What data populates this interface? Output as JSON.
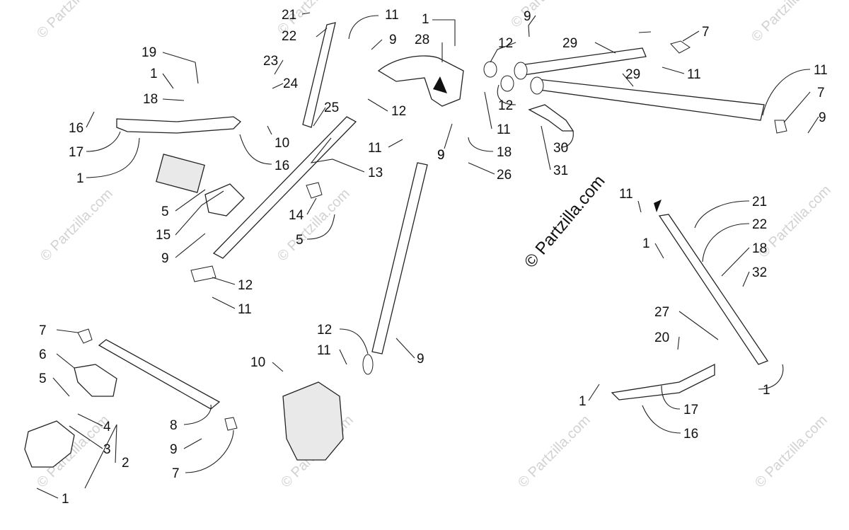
{
  "watermark": "© Partzilla.com",
  "center_mark": "© Partzilla.com",
  "callouts": [
    {
      "id": "c1",
      "text": "21"
    },
    {
      "id": "c2",
      "text": "22"
    },
    {
      "id": "c3",
      "text": "23"
    },
    {
      "id": "c4",
      "text": "24"
    },
    {
      "id": "c5",
      "text": "11"
    },
    {
      "id": "c6",
      "text": "9"
    },
    {
      "id": "c7",
      "text": "28"
    },
    {
      "id": "c8",
      "text": "1"
    },
    {
      "id": "c9",
      "text": "25"
    },
    {
      "id": "c10",
      "text": "12"
    },
    {
      "id": "c11",
      "text": "19"
    },
    {
      "id": "c12",
      "text": "1"
    },
    {
      "id": "c13",
      "text": "18"
    },
    {
      "id": "c14",
      "text": "16"
    },
    {
      "id": "c15",
      "text": "17"
    },
    {
      "id": "c16",
      "text": "1"
    },
    {
      "id": "c17",
      "text": "10"
    },
    {
      "id": "c18",
      "text": "16"
    },
    {
      "id": "c19",
      "text": "11"
    },
    {
      "id": "c20",
      "text": "13"
    },
    {
      "id": "c21",
      "text": "5"
    },
    {
      "id": "c22",
      "text": "15"
    },
    {
      "id": "c23",
      "text": "9"
    },
    {
      "id": "c24",
      "text": "14"
    },
    {
      "id": "c25",
      "text": "5"
    },
    {
      "id": "c26",
      "text": "12"
    },
    {
      "id": "c27",
      "text": "11"
    },
    {
      "id": "c28",
      "text": "9"
    },
    {
      "id": "c29",
      "text": "12"
    },
    {
      "id": "c30",
      "text": "12"
    },
    {
      "id": "c31",
      "text": "11"
    },
    {
      "id": "c32",
      "text": "18"
    },
    {
      "id": "c33",
      "text": "9"
    },
    {
      "id": "c34",
      "text": "26"
    },
    {
      "id": "c35",
      "text": "29"
    },
    {
      "id": "c36",
      "text": "9"
    },
    {
      "id": "c37",
      "text": "7"
    },
    {
      "id": "c38",
      "text": "11"
    },
    {
      "id": "c39",
      "text": "29"
    },
    {
      "id": "c40",
      "text": "11"
    },
    {
      "id": "c41",
      "text": "7"
    },
    {
      "id": "c42",
      "text": "9"
    },
    {
      "id": "c43",
      "text": "30"
    },
    {
      "id": "c44",
      "text": "31"
    },
    {
      "id": "c45",
      "text": "11"
    },
    {
      "id": "c46",
      "text": "21"
    },
    {
      "id": "c47",
      "text": "22"
    },
    {
      "id": "c48",
      "text": "1"
    },
    {
      "id": "c49",
      "text": "18"
    },
    {
      "id": "c50",
      "text": "32"
    },
    {
      "id": "c51",
      "text": "27"
    },
    {
      "id": "c52",
      "text": "20"
    },
    {
      "id": "c53",
      "text": "1"
    },
    {
      "id": "c54",
      "text": "1"
    },
    {
      "id": "c55",
      "text": "17"
    },
    {
      "id": "c56",
      "text": "16"
    },
    {
      "id": "c57",
      "text": "12"
    },
    {
      "id": "c58",
      "text": "11"
    },
    {
      "id": "c59",
      "text": "9"
    },
    {
      "id": "c60",
      "text": "10"
    },
    {
      "id": "c61",
      "text": "7"
    },
    {
      "id": "c62",
      "text": "6"
    },
    {
      "id": "c63",
      "text": "5"
    },
    {
      "id": "c64",
      "text": "4"
    },
    {
      "id": "c65",
      "text": "3"
    },
    {
      "id": "c66",
      "text": "2"
    },
    {
      "id": "c67",
      "text": "1"
    },
    {
      "id": "c68",
      "text": "8"
    },
    {
      "id": "c69",
      "text": "9"
    },
    {
      "id": "c70",
      "text": "7"
    }
  ]
}
